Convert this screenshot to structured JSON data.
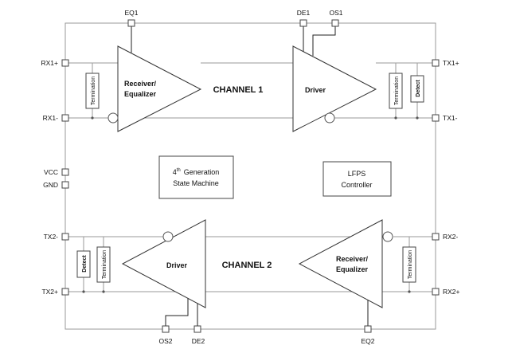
{
  "pins": {
    "eq1": "EQ1",
    "de1": "DE1",
    "os1": "OS1",
    "rx1p": "RX1+",
    "rx1m": "RX1-",
    "tx1p": "TX1+",
    "tx1m": "TX1-",
    "vcc": "VCC",
    "gnd": "GND",
    "tx2m": "TX2-",
    "tx2p": "TX2+",
    "rx2m": "RX2-",
    "rx2p": "RX2+",
    "os2": "OS2",
    "de2": "DE2",
    "eq2": "EQ2"
  },
  "channel1": {
    "label": "CHANNEL 1",
    "receiver_line1": "Receiver/",
    "receiver_line2": "Equalizer",
    "driver": "Driver",
    "termination": "Termination",
    "termination_tx": "Termination",
    "detect": "Detect"
  },
  "channel2": {
    "label": "CHANNEL 2",
    "receiver_line1": "Receiver/",
    "receiver_line2": "Equalizer",
    "driver": "Driver",
    "termination": "Termination",
    "termination_rx": "Termination",
    "detect": "Detect"
  },
  "state_machine": {
    "num": "4",
    "sup": "th",
    "line1": "Generation",
    "line2": "State Machine"
  },
  "lfps": {
    "line1": "LFPS",
    "line2": "Controller"
  }
}
